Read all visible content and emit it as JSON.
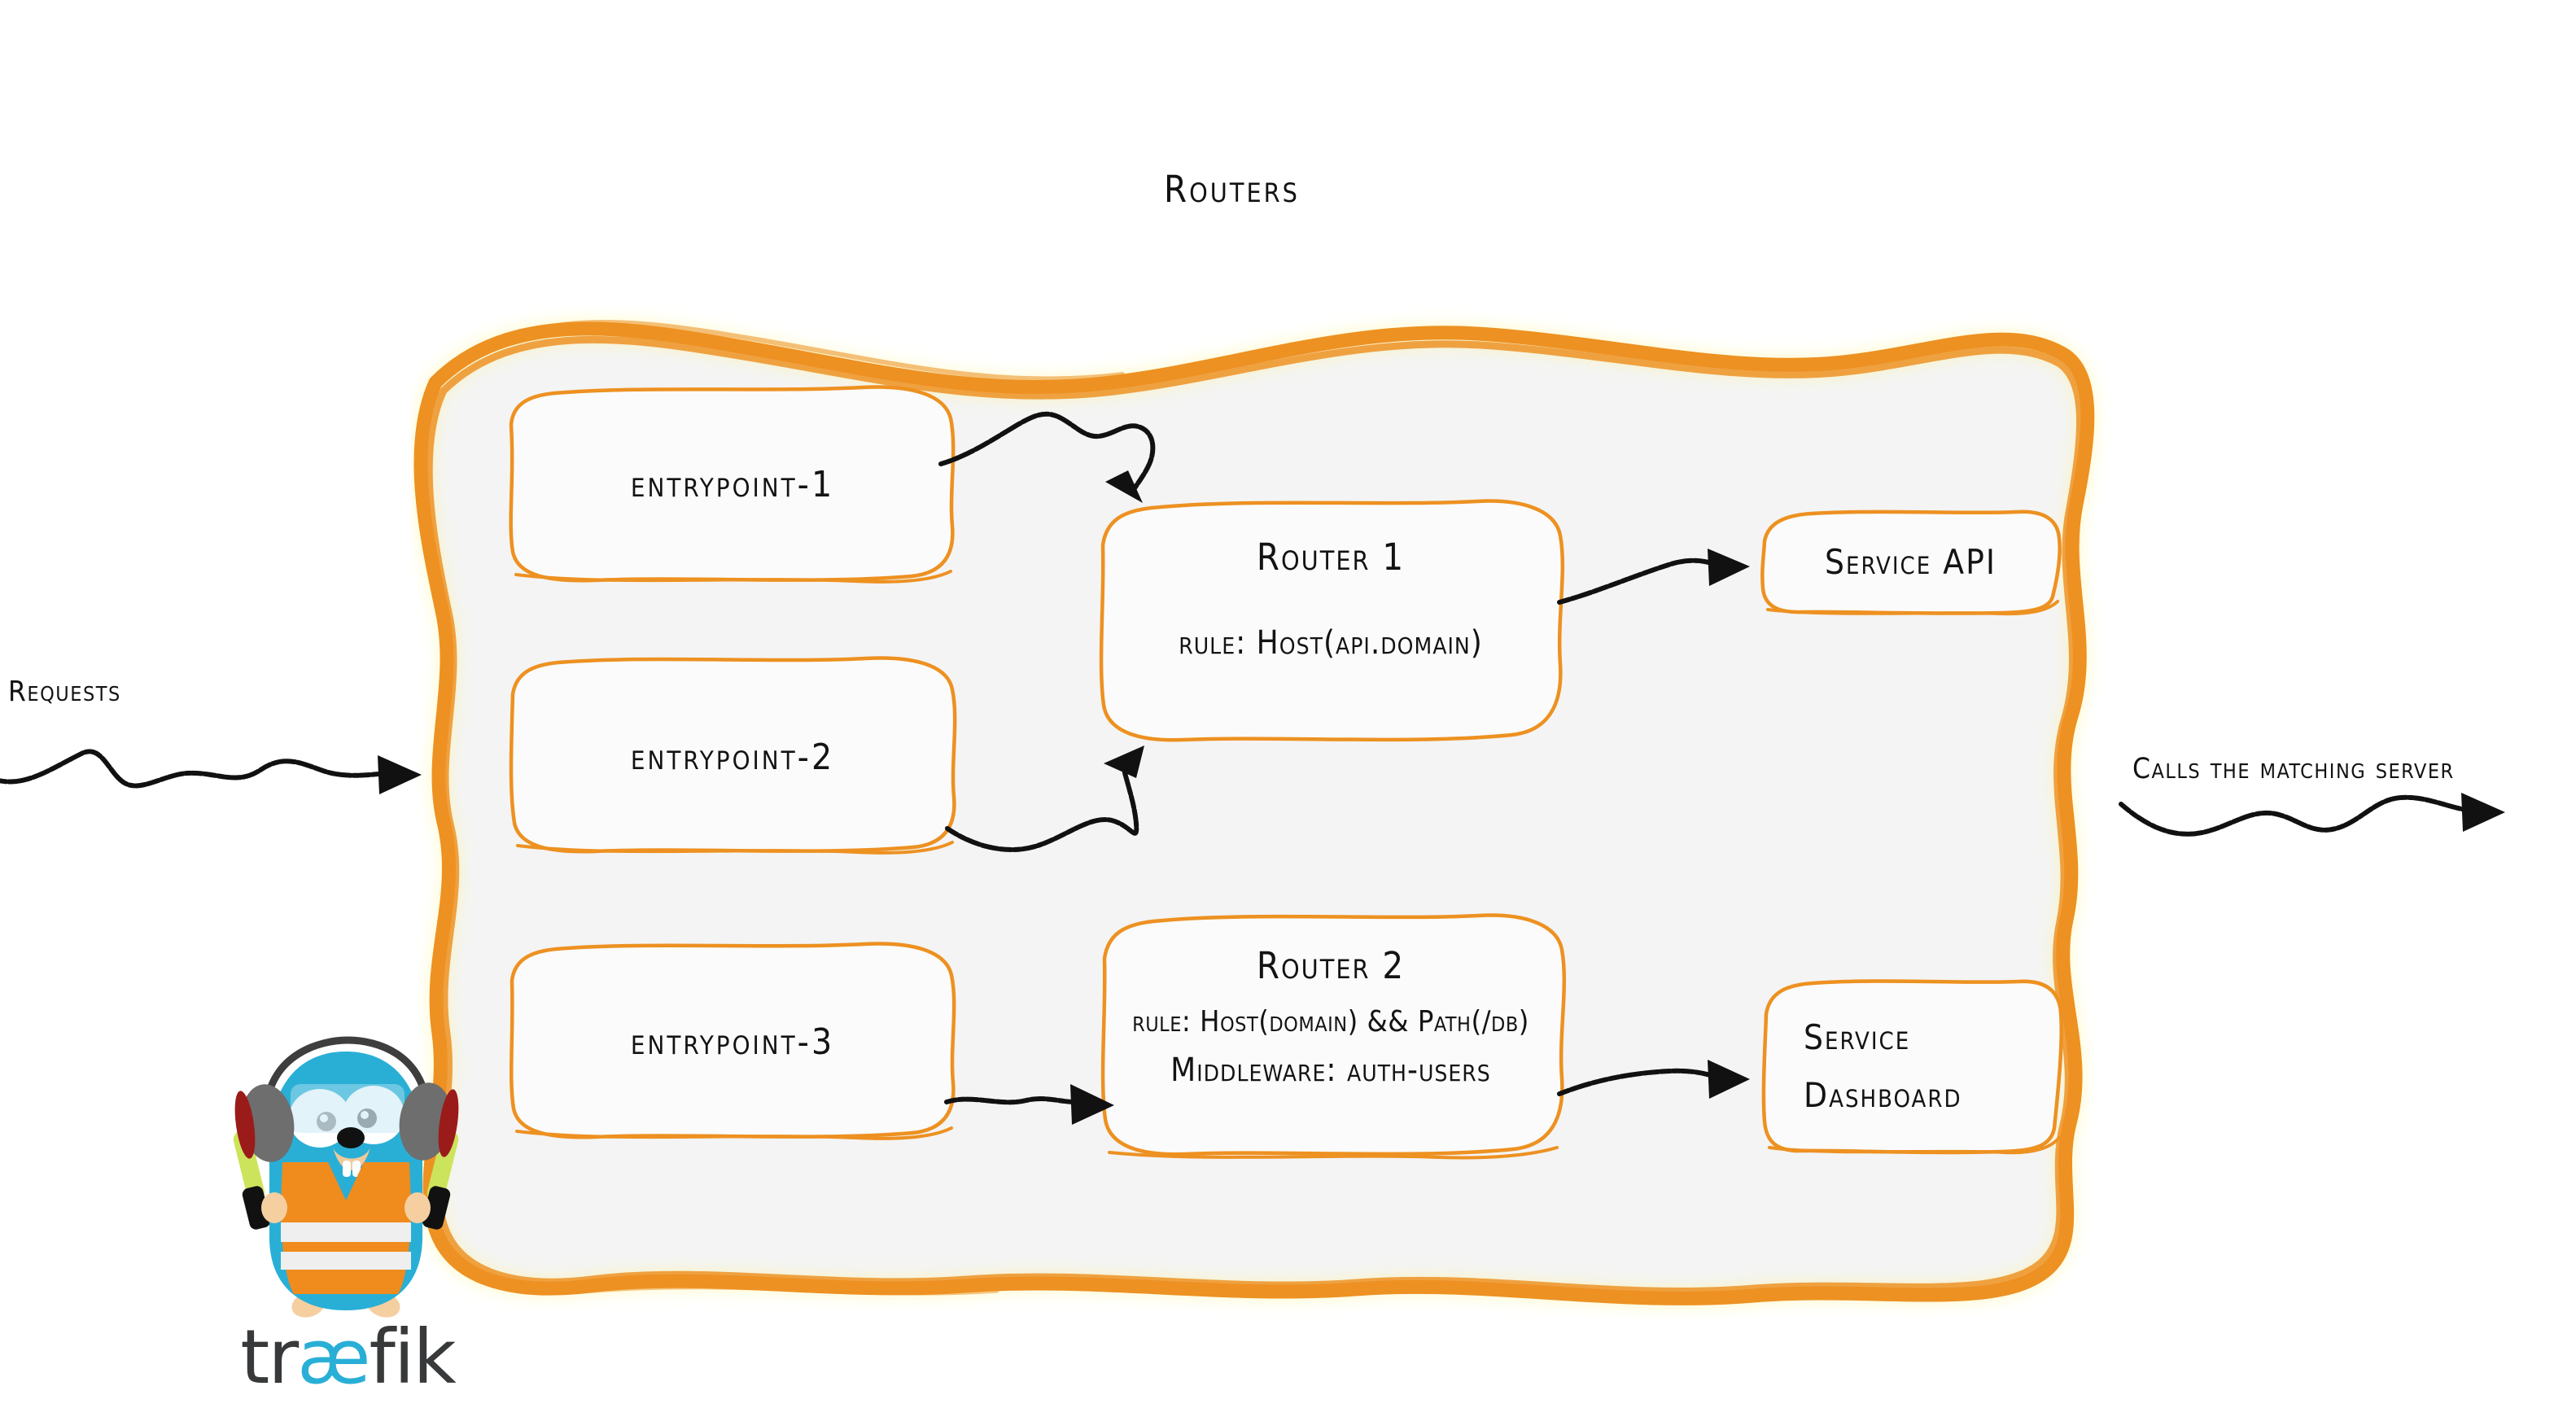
{
  "diagram": {
    "title": "Routers",
    "brand_color": "#ED9121",
    "panel_fill": "#F4F4F4",
    "ink_color": "#141414"
  },
  "entrypoints": [
    {
      "label": "entrypoint-1"
    },
    {
      "label": "entrypoint-2"
    },
    {
      "label": "entrypoint-3"
    }
  ],
  "routers": [
    {
      "title": "Router 1",
      "rule": "rule: Host(api.domain)",
      "middleware": ""
    },
    {
      "title": "Router 2",
      "rule": "rule: Host(domain) && Path(/db)",
      "middleware": "Middleware: auth-users"
    }
  ],
  "services": [
    {
      "line1": "Service API",
      "line2": ""
    },
    {
      "line1": "Service",
      "line2": "Dashboard"
    }
  ],
  "edges": {
    "incoming_label": "Requests",
    "outgoing_label": "Calls the matching server"
  },
  "logo": {
    "wordmark_prefix": "tr",
    "wordmark_ligature": "æ",
    "wordmark_suffix": "fik",
    "body_color": "#29AFD6",
    "vest_color": "#F08B1E",
    "wand_color": "#CCE45B",
    "headphone_color": "#5C5C5C",
    "headphone_accent": "#9B1B1B",
    "wordmark_color": "#37393A",
    "wordmark_accent": "#29AFD6"
  }
}
